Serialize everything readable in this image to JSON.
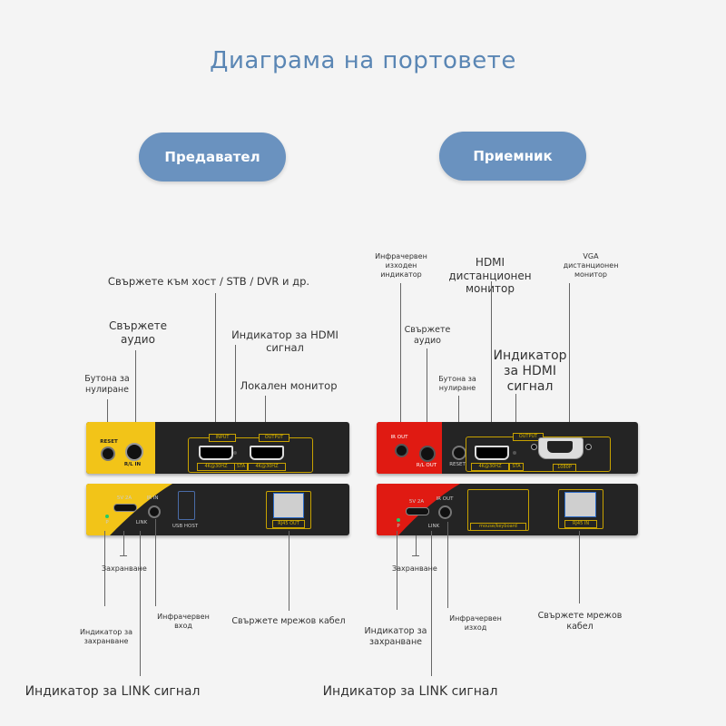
{
  "title": "Диаграма на портовете",
  "transmitter": {
    "heading": "Предавател",
    "labels": {
      "connect_host": "Свържете към хост / STB / DVR и др.",
      "connect_audio": "Свържете аудио",
      "hdmi_signal": "Индикатор за HDMI сигнал",
      "reset_button": "Бутона за нулиране",
      "local_monitor": "Локален монитор",
      "power": "Захранване",
      "power_indicator": "Индикатор за захранване",
      "ir_input": "Инфрачервен вход",
      "network_cable": "Свържете мрежов кабел",
      "link_indicator": "Индикатор за LINK сигнал"
    },
    "panel": {
      "reset": "RESET",
      "rl_in": "R/L IN",
      "input": "INPUT",
      "output": "OUTPUT",
      "res1": "4K@30HZ",
      "sta": "STA",
      "res2": "4K@30HZ",
      "power_spec": "5V 2A",
      "ir_in": "IR IN",
      "p": "P",
      "link": "LINK",
      "usb_host": "USB HOST",
      "rj45": "RJ45 OUT"
    }
  },
  "receiver": {
    "heading": "Приемник",
    "labels": {
      "ir_output": "Инфрачервен изходен индикатор",
      "hdmi_remote": "HDMI дистанционен монитор",
      "vga_remote": "VGA дистанционен монитор",
      "connect_audio": "Свържете аудио",
      "reset_button": "Бутона за нулиране",
      "hdmi_signal": "Индикатор за HDMI сигнал",
      "power": "Захранване",
      "power_indicator": "Индикатор за захранване",
      "ir_output_bottom": "Инфрачервен изход",
      "network_cable": "Свържете мрежов кабел",
      "link_indicator": "Индикатор за LINK сигнал"
    },
    "panel": {
      "ir_out": "IR OUT",
      "rl_out": "R/L OUT",
      "reset": "RESET",
      "output": "OUTPUT",
      "res": "4K@30HZ",
      "sta": "STA",
      "vga_res": "1080P",
      "power_spec": "5V 2A",
      "ir_out2": "IR OUT",
      "p": "P",
      "link": "LINK",
      "mouse_keyboard": "mouse/keyboard",
      "rj45": "RJ45 IN"
    }
  },
  "colors": {
    "title": "#5a86b4",
    "pill": "#6a92bf",
    "transmitter_accent": "#f2c418",
    "receiver_accent": "#e01a12",
    "device_body": "#242424",
    "port_outline": "#c8a200"
  }
}
